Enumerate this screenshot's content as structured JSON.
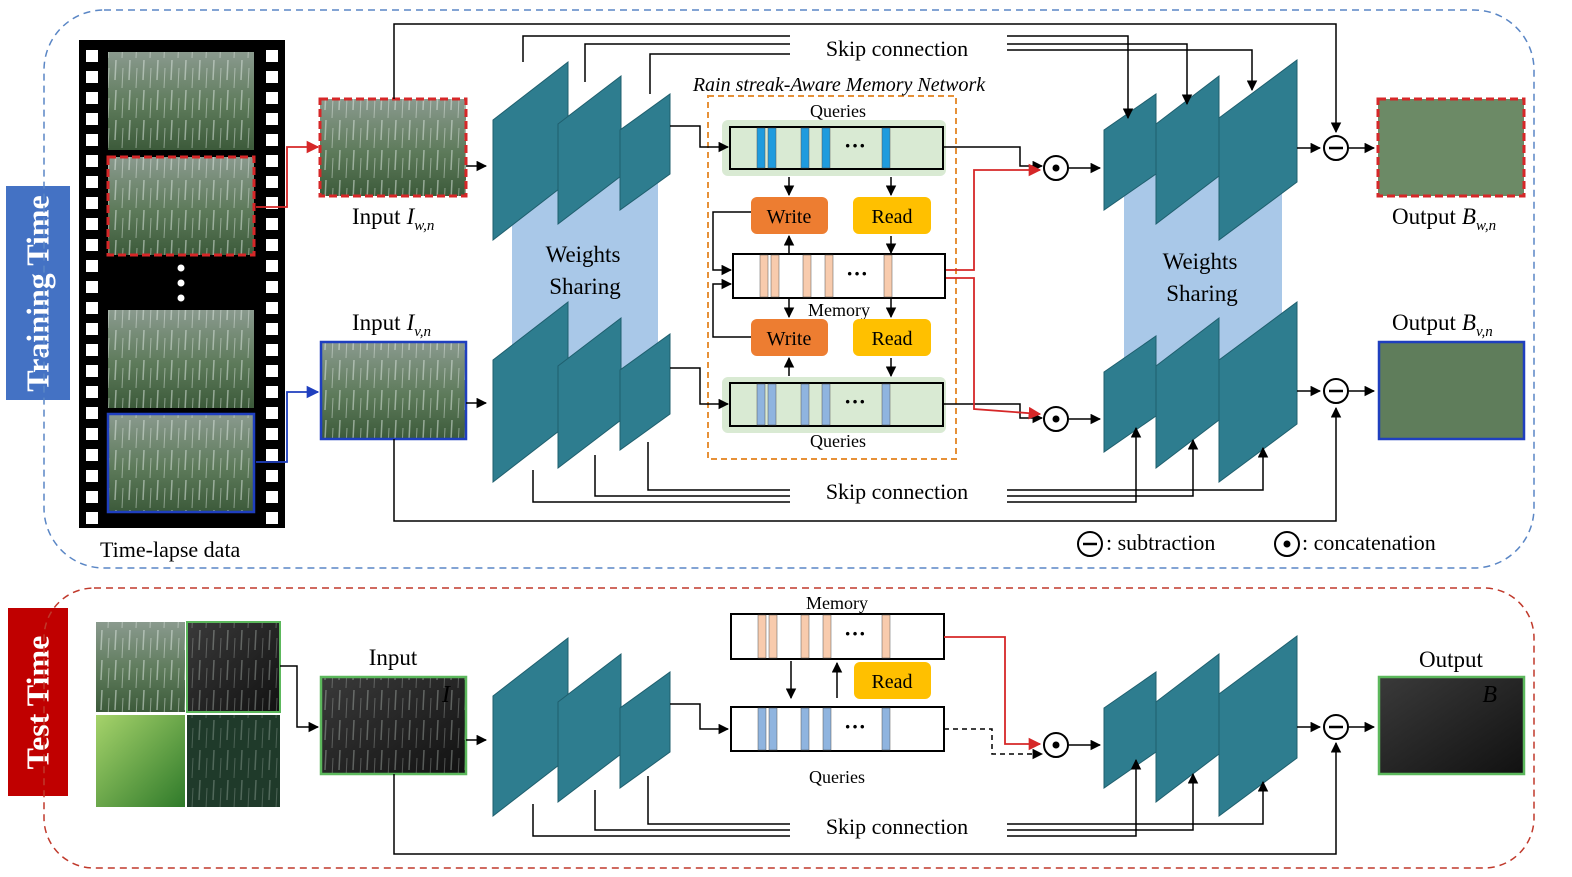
{
  "training": {
    "tag": "Training Time",
    "timelapse_label": "Time-lapse data",
    "input_w_label": "Input",
    "input_w_sym": "I",
    "input_w_sub": "w,n",
    "input_v_label": "Input",
    "input_v_sym": "I",
    "input_v_sub": "v,n",
    "weights_sharing_1": "Weights",
    "weights_sharing_2": "Sharing",
    "memory_network_title": "Rain streak-Aware Memory Network",
    "queries_top": "Queries",
    "queries_bottom": "Queries",
    "memory_label": "Memory",
    "write_label": "Write",
    "read_label": "Read",
    "ellipsis": "···",
    "skip_top": "Skip connection",
    "skip_bottom": "Skip connection",
    "output_w_label": "Output",
    "output_w_sym": "B",
    "output_w_sub": "w,n",
    "output_v_label": "Output",
    "output_v_sym": "B",
    "output_v_sub": "v,n",
    "legend_subtraction": ": subtraction",
    "legend_concatenation": ": concatenation",
    "border_color": "#5a86c5"
  },
  "test": {
    "tag": "Test Time",
    "input_label": "Input",
    "input_sym": "I",
    "output_label": "Output",
    "output_sym": "B",
    "memory_label": "Memory",
    "read_label": "Read",
    "queries_label": "Queries",
    "ellipsis": "···",
    "skip_label": "Skip connection",
    "border_color": "#c0392b"
  },
  "colors": {
    "block": "#2e7d8f",
    "block_side": "#1f5f6e",
    "weights_band": "#a9c8e8",
    "write": "#ed7d31",
    "read": "#ffc000",
    "query_bg": "#d9ead3",
    "query_bar_train": "#1f9bde",
    "query_bar_test": "#8fb4df",
    "memory_bar": "#f8cbad",
    "red_frame": "#d62728",
    "blue_frame": "#1f3fbf",
    "green_frame": "#5cb85c",
    "training_tag_bg": "#4472c4",
    "test_tag_bg": "#c00000",
    "memnet_border": "#e69138"
  }
}
